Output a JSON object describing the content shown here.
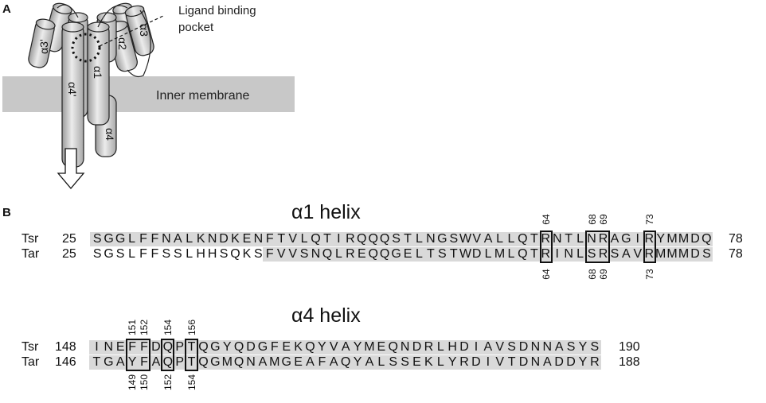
{
  "panel_a": {
    "label": "A",
    "ligand_label_line1": "Ligand binding",
    "ligand_label_line2": "pocket",
    "membrane_label": "Inner membrane",
    "helix_labels": {
      "a1": "α1",
      "a2": "α2",
      "a3": "α3",
      "a3p": "α3'",
      "a4": "α4",
      "a4p": "α4'"
    }
  },
  "panel_b": {
    "label": "B",
    "alpha1": {
      "title": "α1 helix",
      "rows": [
        {
          "name": "Tsr",
          "start": "25",
          "end": "78",
          "seq": "SGGLFFNALKNDKENFTVLQTIRQQQSTLNGSWVALLQTRNTLNRAGIRYMMDQ",
          "shade_from": 0,
          "shade_to": 54
        },
        {
          "name": "Tar",
          "start": "25",
          "end": "78",
          "seq": "SGSLFFSSLHHSQKSFVVSNQLREQQGELTSTWDLMLQTRINLSRSAVRMMMDS",
          "shade_from": 15,
          "shade_to": 54
        }
      ],
      "boxes": [
        {
          "index": 39,
          "len": 1
        },
        {
          "index": 43,
          "len": 2
        },
        {
          "index": 48,
          "len": 1
        }
      ],
      "top_numbers": [
        {
          "index": 39,
          "value": "64"
        },
        {
          "index": 43,
          "value": "68"
        },
        {
          "index": 44,
          "value": "69"
        },
        {
          "index": 48,
          "value": "73"
        }
      ],
      "bottom_numbers": [
        {
          "index": 39,
          "value": "64"
        },
        {
          "index": 43,
          "value": "68"
        },
        {
          "index": 44,
          "value": "69"
        },
        {
          "index": 48,
          "value": "73"
        }
      ]
    },
    "alpha4": {
      "title": "α4 helix",
      "rows": [
        {
          "name": "Tsr",
          "start": "148",
          "end": "190",
          "seq": "INEFFDQPTQGYQDGFEKQYVAYMEQNDRLHDIAVSDNNASYS",
          "shade_from": 0,
          "shade_to": 43
        },
        {
          "name": "Tar",
          "start": "146",
          "end": "188",
          "seq": "TGAYFAQPTQGMQNAMGEAFAQYALSSEKLYRDIVTDNADDYR",
          "shade_from": 0,
          "shade_to": 43
        }
      ],
      "boxes": [
        {
          "index": 3,
          "len": 2
        },
        {
          "index": 6,
          "len": 1
        },
        {
          "index": 8,
          "len": 1
        }
      ],
      "top_numbers": [
        {
          "index": 3,
          "value": "151"
        },
        {
          "index": 4,
          "value": "152"
        },
        {
          "index": 6,
          "value": "154"
        },
        {
          "index": 8,
          "value": "156"
        }
      ],
      "bottom_numbers": [
        {
          "index": 3,
          "value": "149"
        },
        {
          "index": 4,
          "value": "150"
        },
        {
          "index": 6,
          "value": "152"
        },
        {
          "index": 8,
          "value": "154"
        }
      ]
    }
  }
}
